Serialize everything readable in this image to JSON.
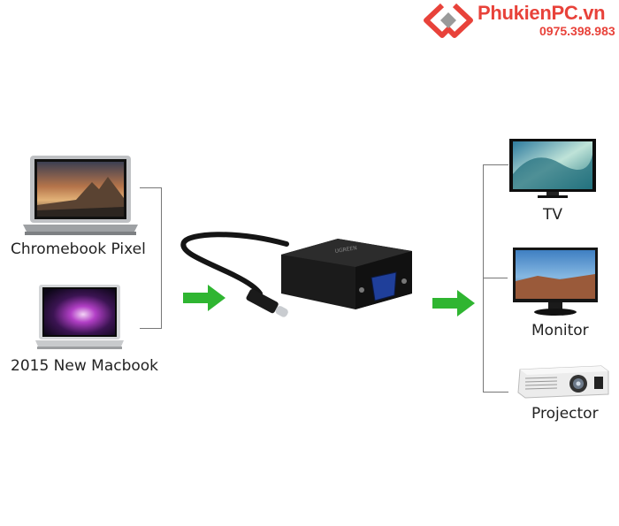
{
  "brand": {
    "name": "PhukienPC.vn",
    "phone": "0975.398.983",
    "color": "#e8423a"
  },
  "sources": [
    {
      "label": "Chromebook Pixel",
      "icon": "laptop-icon"
    },
    {
      "label": "2015 New Macbook",
      "icon": "macbook-icon"
    }
  ],
  "adapter": {
    "icon": "usb-c-to-vga-adapter",
    "brand_text": "UGREEN"
  },
  "outputs": [
    {
      "label": "TV",
      "icon": "tv-icon"
    },
    {
      "label": "Monitor",
      "icon": "monitor-icon"
    },
    {
      "label": "Projector",
      "icon": "projector-icon"
    }
  ],
  "arrow_color": "#2fb531"
}
